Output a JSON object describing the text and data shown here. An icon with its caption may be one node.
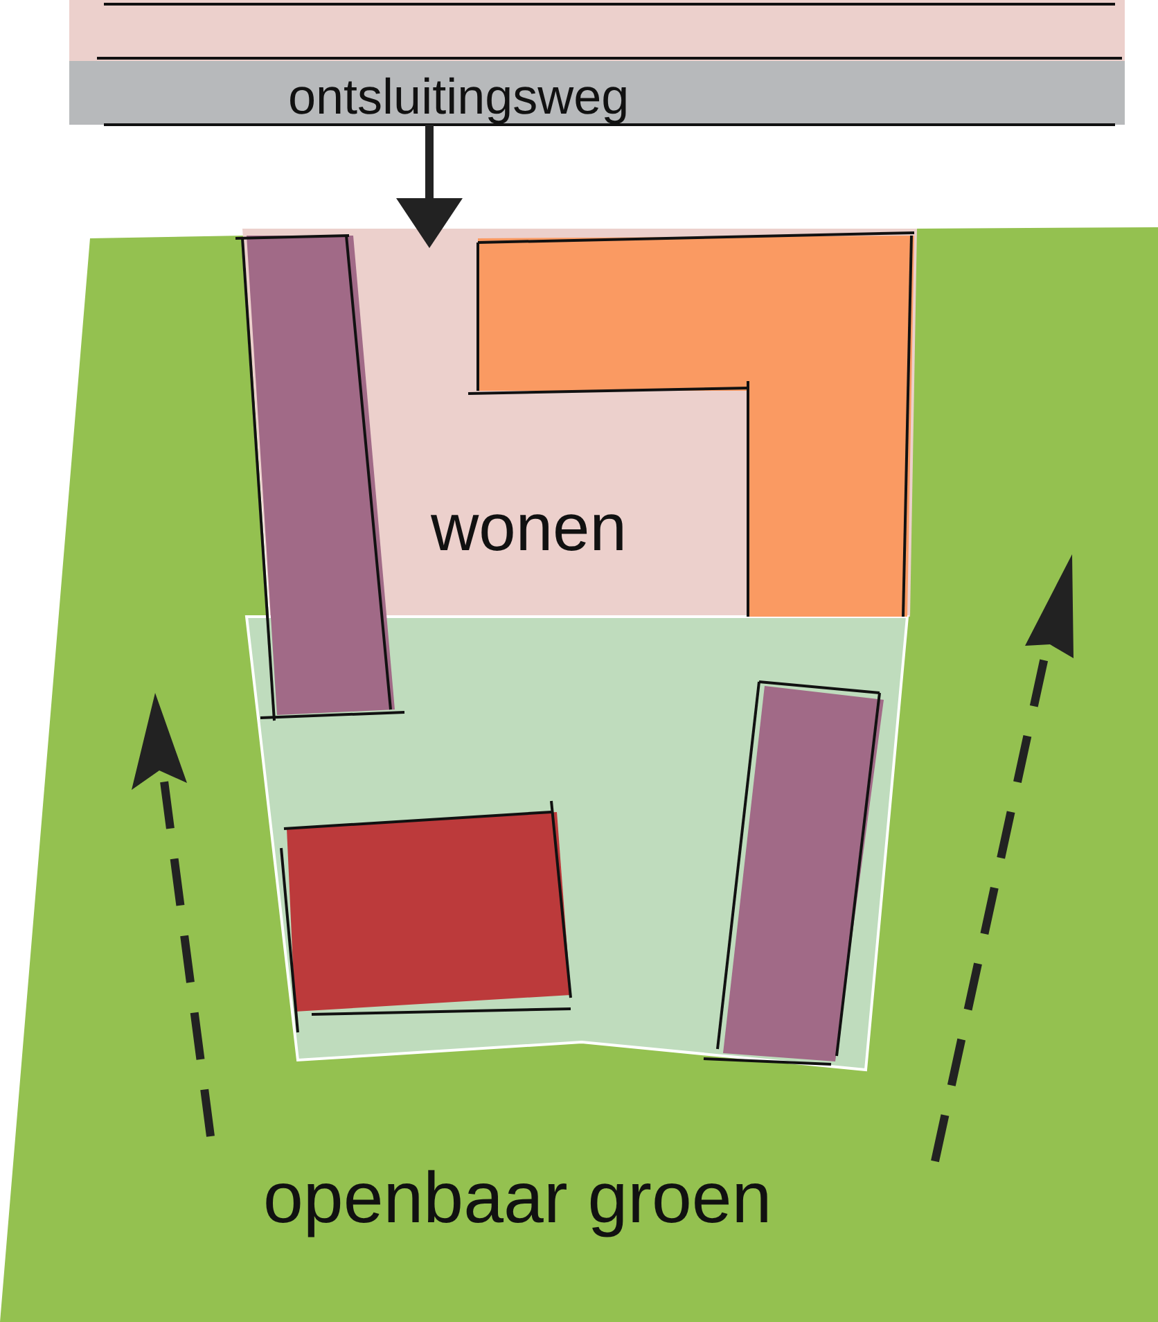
{
  "diagram": {
    "nodes": [
      {
        "text": [
          "ontsluitingsweg"
        ]
      },
      {
        "text": [
          "openbaar groen"
        ]
      },
      {
        "text": [
          "wonen"
        ],
        "in": 1
      }
    ],
    "edges": [
      {
        "from": 0,
        "to": 2,
        "arrow": "to"
      }
    ]
  }
}
